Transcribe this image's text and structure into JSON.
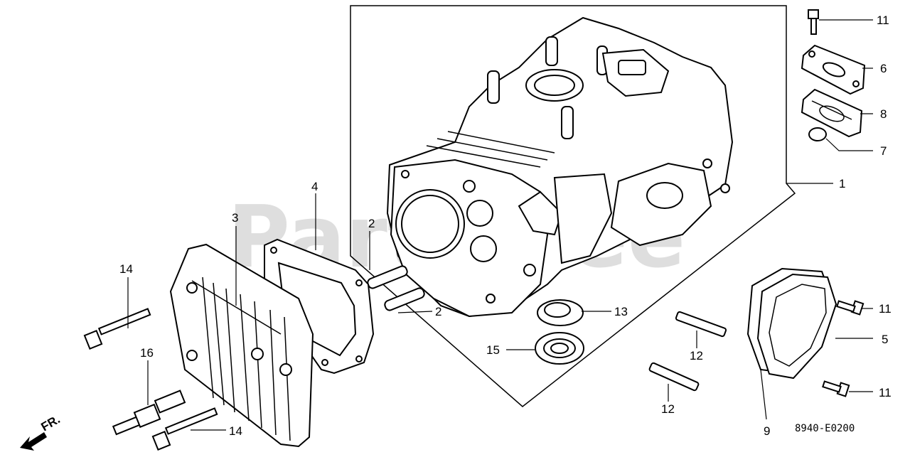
{
  "watermark": "PartsTree",
  "diagram_code": "8940-E0200",
  "front_marker": "FR.",
  "callouts": {
    "c1": "1",
    "c2a": "2",
    "c2b": "2",
    "c3": "3",
    "c4": "4",
    "c5": "5",
    "c6": "6",
    "c7": "7",
    "c8": "8",
    "c9": "9",
    "c11a": "11",
    "c11b": "11",
    "c11c": "11",
    "c12a": "12",
    "c12b": "12",
    "c13": "13",
    "c14a": "14",
    "c14b": "14",
    "c15": "15",
    "c16": "16"
  }
}
